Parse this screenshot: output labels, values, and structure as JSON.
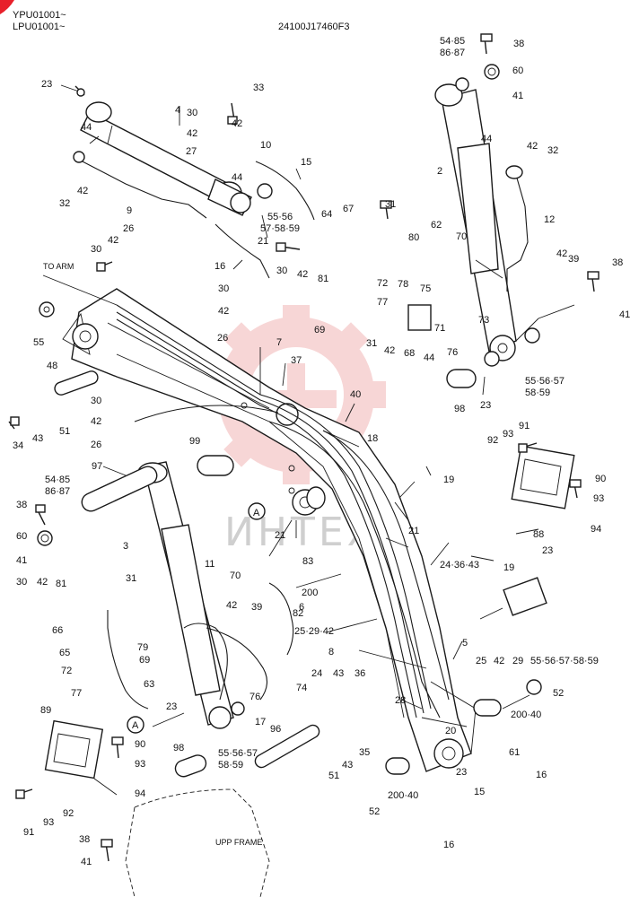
{
  "header": {
    "serial_1": "YPU01001~",
    "serial_2": "LPU01001~",
    "drawing_number": "24100J17460F3"
  },
  "captions": {
    "to_arm": "TO ARM",
    "upp_frame": "UPP FRAME",
    "callout_a": "A"
  },
  "watermark": "ИНТЕХ",
  "colors": {
    "line": "#1a1a1a",
    "corner_badge": "#e8202a",
    "watermark_gear": "#f2b6b6"
  },
  "part_labels": {
    "l01": "23",
    "l02": "4",
    "l03": "33",
    "l04": "30",
    "l05": "42",
    "l06": "44",
    "l07": "42",
    "l08": "10",
    "l09": "27",
    "l10": "44",
    "l11": "15",
    "l12": "32",
    "l13": "42",
    "l14": "9",
    "l15": "55·56",
    "l16": "57·58·59",
    "l17": "21",
    "l18": "16",
    "l19": "42",
    "l20": "26",
    "l21": "30",
    "l22": "30",
    "l23": "42",
    "l24": "26",
    "l25": "7",
    "l26": "37",
    "l27": "55",
    "l28": "48",
    "l29": "34",
    "l30": "43",
    "l31": "51",
    "l32": "30",
    "l33": "42",
    "l34": "26",
    "l35": "99",
    "l36": "40",
    "l37": "18",
    "l38": "97",
    "l39": "54·85",
    "l40": "86·87",
    "l41": "38",
    "l42": "60",
    "l43": "41",
    "l44": "3",
    "l45": "11",
    "l46": "30",
    "l47": "42",
    "l48": "81",
    "l49": "31",
    "l50": "66",
    "l51": "65",
    "l52": "72",
    "l53": "77",
    "l54": "79",
    "l55": "69",
    "l56": "63",
    "l57": "70",
    "l58": "82",
    "l59": "42",
    "l60": "39",
    "l61": "76",
    "l62": "74",
    "l63": "17",
    "l64": "23",
    "l65": "55·56·57",
    "l66": "58·59",
    "l67": "89",
    "l68": "90",
    "l69": "93",
    "l70": "94",
    "l71": "91",
    "l72": "93",
    "l73": "92",
    "l74": "98",
    "l75": "96",
    "l76": "24",
    "l77": "43",
    "l78": "36",
    "l79": "51",
    "l80": "43",
    "l81": "35",
    "l82": "38",
    "l83": "41",
    "l84": "200",
    "l85": "6",
    "l86": "25·29·42",
    "l87": "8",
    "l88": "28",
    "l89": "20",
    "l90": "23",
    "l91": "52",
    "l92": "200·40",
    "l93": "15",
    "l94": "16",
    "l95": "16",
    "l96": "21",
    "l97": "83",
    "l98": "21",
    "l99": "19",
    "l100": "24·36·43",
    "l101": "19",
    "l102": "23",
    "l103": "5",
    "l104": "25",
    "l105": "42",
    "l106": "29",
    "l107": "55·56·57·58·59",
    "l108": "52",
    "l109": "200·40",
    "l110": "61",
    "l111": "54·85",
    "l112": "86·87",
    "l113": "38",
    "l114": "60",
    "l115": "41",
    "l116": "44",
    "l117": "42",
    "l118": "32",
    "l119": "2",
    "l120": "12",
    "l121": "31",
    "l122": "67",
    "l123": "64",
    "l124": "62",
    "l125": "70",
    "l126": "80",
    "l127": "30",
    "l128": "42",
    "l129": "81",
    "l130": "72",
    "l131": "77",
    "l132": "78",
    "l133": "75",
    "l134": "69",
    "l135": "31",
    "l136": "42",
    "l137": "68",
    "l138": "44",
    "l139": "76",
    "l140": "71",
    "l141": "73",
    "l142": "42",
    "l143": "39",
    "l144": "38",
    "l145": "41",
    "l146": "55·56·57",
    "l147": "58·59",
    "l148": "98",
    "l149": "23",
    "l150": "91",
    "l151": "92",
    "l152": "93",
    "l153": "90",
    "l154": "93",
    "l155": "88",
    "l156": "94",
    "l157": "A",
    "l158": "A"
  }
}
